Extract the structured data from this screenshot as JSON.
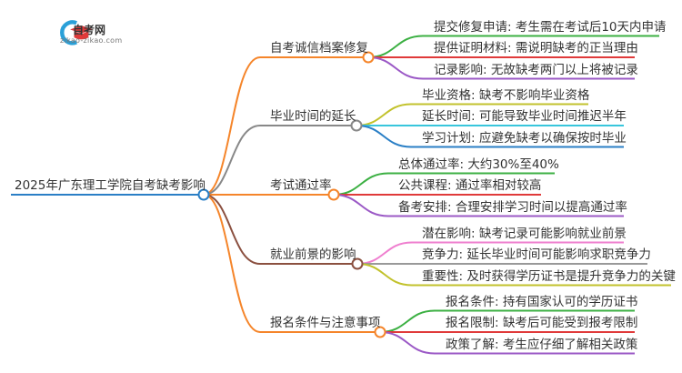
{
  "logo": {
    "title": "自考网",
    "url": "zikao-zikao.com"
  },
  "root": {
    "label": "2025年广东理工学院自考缺考影响",
    "color": "#2a7fc6"
  },
  "branches": [
    {
      "label": "自考诚信档案修复",
      "color": "#f5852a",
      "children": [
        {
          "label": "提交修复申请: 考生需在考试后10天内申请",
          "color": "#3cb043"
        },
        {
          "label": "提供证明材料: 需说明缺考的正当理由",
          "color": "#e03a3a"
        },
        {
          "label": "记录影响: 无故缺考两门以上将被记录",
          "color": "#9b59c6"
        }
      ]
    },
    {
      "label": "毕业时间的延长",
      "color": "#888888",
      "children": [
        {
          "label": "毕业资格: 缺考不影响毕业资格",
          "color": "#c2c22c"
        },
        {
          "label": "延长时间: 可能导致毕业时间推迟半年",
          "color": "#38c6dc"
        },
        {
          "label": "学习计划: 应避免缺考以确保按时毕业",
          "color": "#2a7fc6"
        }
      ]
    },
    {
      "label": "考试通过率",
      "color": "#f5852a",
      "children": [
        {
          "label": "总体通过率: 大约30%至40%",
          "color": "#3cb043"
        },
        {
          "label": "公共课程: 通过率相对较高",
          "color": "#e03a3a"
        },
        {
          "label": "备考安排: 合理安排学习时间以提高通过率",
          "color": "#9b59c6"
        }
      ]
    },
    {
      "label": "就业前景的影响",
      "color": "#8b5040",
      "children": [
        {
          "label": "潜在影响: 缺考记录可能影响就业前景",
          "color": "#ef7fcf"
        },
        {
          "label": "竞争力: 延长毕业时间可能影响求职竞争力",
          "color": "#999999"
        },
        {
          "label": "重要性: 及时获得学历证书是提升竞争力的关键",
          "color": "#c2c22c"
        }
      ]
    },
    {
      "label": "报名条件与注意事项",
      "color": "#f5852a",
      "children": [
        {
          "label": "报名条件: 持有国家认可的学历证书",
          "color": "#3cb043"
        },
        {
          "label": "报名限制: 缺考后可能受到报考限制",
          "color": "#e03a3a"
        },
        {
          "label": "政策了解: 考生应仔细了解相关政策",
          "color": "#9b59c6"
        }
      ]
    }
  ]
}
